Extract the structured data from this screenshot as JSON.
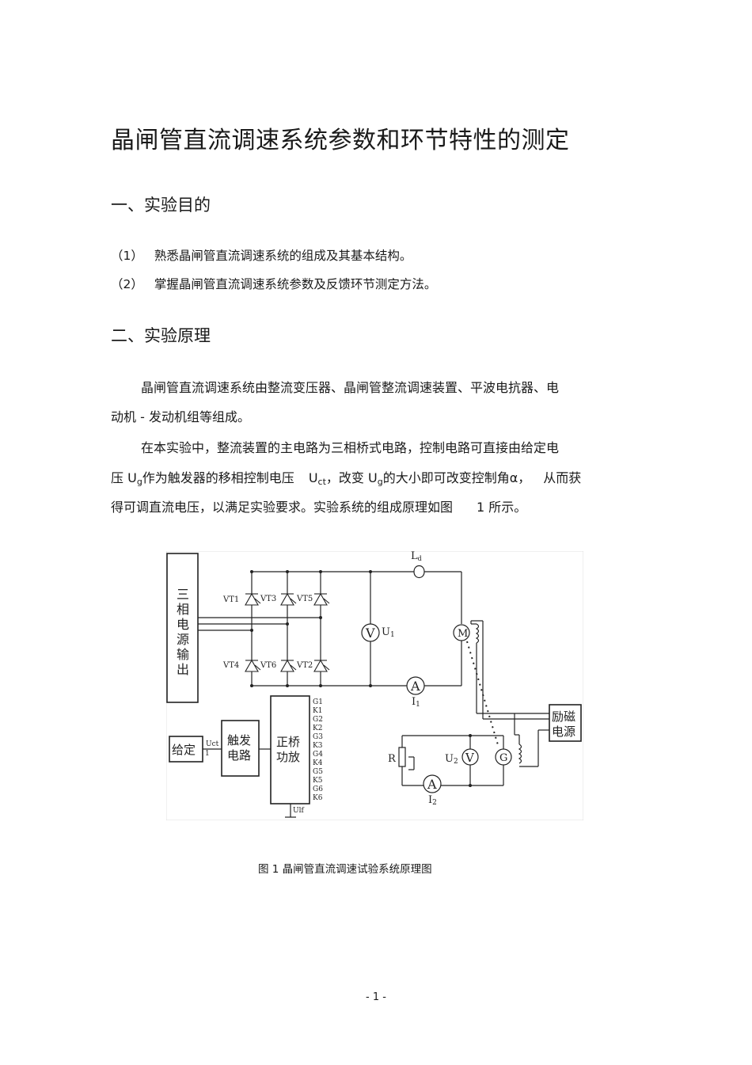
{
  "title": "晶闸管直流调速系统参数和环节特性的测定",
  "section1": {
    "heading": "一、实验目的",
    "items": [
      {
        "num": "（1）",
        "text": "熟悉晶闸管直流调速系统的组成及其基本结构。"
      },
      {
        "num": "（2）",
        "text": "掌握晶闸管直流调速系统参数及反馈环节测定方法。"
      }
    ]
  },
  "section2": {
    "heading": "二、实验原理",
    "p1_l1": "晶闸管直流调速系统由整流变压器、晶闸管整流调速装置、平波电抗器、电",
    "p1_l2": "动机 - 发动机组等组成。",
    "p2_l1": "在本实验中，整流装置的主电路为三相桥式电路，控制电路可直接由给定电",
    "p2_l2_a": "压 U",
    "p2_l2_b": "g",
    "p2_l2_c": "作为触发器的移相控制电压",
    "p2_l2_d": "U",
    "p2_l2_e": "ct",
    "p2_l2_f": "，改变 U",
    "p2_l2_g": "g",
    "p2_l2_h": "的大小即可改变控制角α，",
    "p2_l2_i": "从而获",
    "p2_l3": "得可调直流电压，以满足实验要求。实验系统的组成原理如图",
    "p2_l3_b": "1 所示。"
  },
  "figure": {
    "source_label": [
      "三",
      "相",
      "电",
      "源",
      "输",
      "出"
    ],
    "thyristors_top": [
      "VT1",
      "VT3",
      "VT5"
    ],
    "thyristors_bottom": [
      "VT4",
      "VT6",
      "VT2"
    ],
    "voltmeter1": "V",
    "u1": "U",
    "u1_sub": "1",
    "ammeter1": "A",
    "i1": "I",
    "i1_sub": "1",
    "reactor": "L",
    "reactor_sub": "d",
    "motor": "M",
    "generator": "G",
    "excitation": [
      "励磁",
      "电源"
    ],
    "setpoint": "给定",
    "uct_label": "Uct",
    "trigger": [
      "触发",
      "电路"
    ],
    "amp": [
      "正桥",
      "功放"
    ],
    "pulse_outputs": [
      "G1",
      "K1",
      "G2",
      "K2",
      "G3",
      "K3",
      "G4",
      "K4",
      "G5",
      "K5",
      "G6",
      "K6"
    ],
    "ulf": "Ulf",
    "resistor": "R",
    "u2": "U",
    "u2_sub": "2",
    "voltmeter2": "V",
    "ammeter2": "A",
    "i2": "I",
    "i2_sub": "2"
  },
  "caption": "图 1    晶闸管直流调速试验系统原理图",
  "page_number": "- 1 -"
}
